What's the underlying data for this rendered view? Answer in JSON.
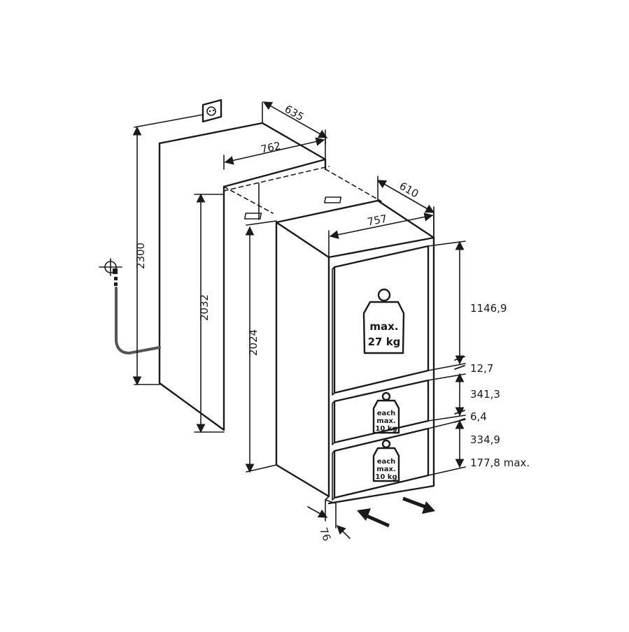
{
  "dimensions": {
    "niche_depth": "635",
    "niche_width": "762",
    "niche_height": "2300",
    "niche_inner_height": "2032",
    "unit_height": "2024",
    "unit_depth": "610",
    "unit_width": "757",
    "door_top_height": "1146,9",
    "gap_1": "12,7",
    "drawer_1_height": "341,3",
    "gap_2": "6,4",
    "drawer_2_height": "334,9",
    "plinth": "177,8 max.",
    "offset": "76"
  },
  "weights": {
    "top": {
      "line1": "max.",
      "line2": "27 kg"
    },
    "drawer1": {
      "line1": "each",
      "line2": "max.",
      "line3": "10 kg"
    },
    "drawer2": {
      "line1": "each",
      "line2": "max.",
      "line3": "10 kg"
    }
  },
  "icons": {
    "socket": "power-socket-icon",
    "water": "water-tap-icon",
    "in": "arrow-in-icon",
    "out": "arrow-out-icon"
  }
}
